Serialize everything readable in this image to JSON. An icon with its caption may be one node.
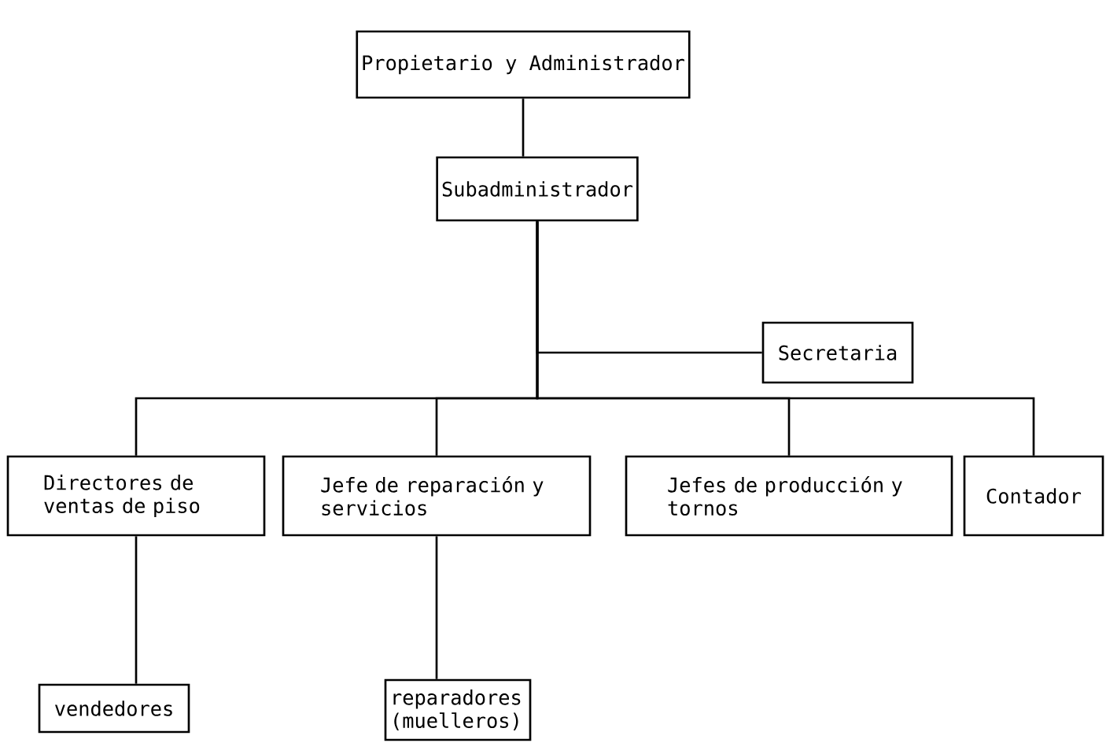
{
  "diagram": {
    "nodes": [
      {
        "text": [
          "Propietario y Administrador"
        ]
      },
      {
        "text": [
          "Subadministrador"
        ]
      },
      {
        "text": [
          "Secretaria"
        ]
      },
      {
        "text": [
          "Directores de ventas de piso"
        ]
      },
      {
        "text": [
          "Jefe de reparación y servicios"
        ]
      },
      {
        "text": [
          "Jefes de producción y tornos"
        ]
      },
      {
        "text": [
          "Contador"
        ]
      },
      {
        "text": [
          "vendedores"
        ]
      },
      {
        "text": [
          "reparadores (muelleros)"
        ]
      }
    ],
    "edges": [
      {
        "from": 0,
        "to": 1,
        "arrow": "none"
      },
      {
        "from": 1,
        "to": 2,
        "arrow": "none"
      },
      {
        "from": 1,
        "to": 3,
        "arrow": "none"
      },
      {
        "from": 1,
        "to": 4,
        "arrow": "none"
      },
      {
        "from": 1,
        "to": 5,
        "arrow": "none"
      },
      {
        "from": 1,
        "to": 6,
        "arrow": "none"
      },
      {
        "from": 3,
        "to": 7,
        "arrow": "none"
      },
      {
        "from": 4,
        "to": 8,
        "arrow": "none"
      }
    ]
  }
}
